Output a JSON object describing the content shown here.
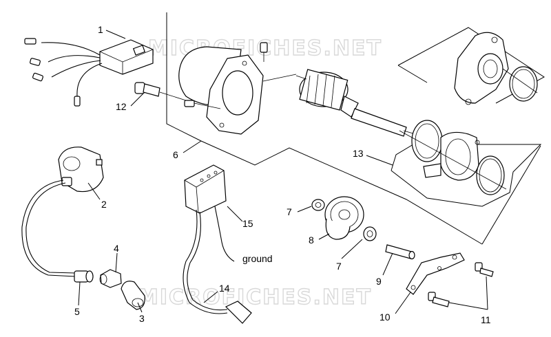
{
  "watermark": "MICROFICHES.NET",
  "note_ground": "ground",
  "callouts": [
    {
      "id": "1",
      "label": "1"
    },
    {
      "id": "2",
      "label": "2"
    },
    {
      "id": "3",
      "label": "3"
    },
    {
      "id": "4",
      "label": "4"
    },
    {
      "id": "5",
      "label": "5"
    },
    {
      "id": "6",
      "label": "6"
    },
    {
      "id": "7a",
      "label": "7"
    },
    {
      "id": "7b",
      "label": "7"
    },
    {
      "id": "8",
      "label": "8"
    },
    {
      "id": "9",
      "label": "9"
    },
    {
      "id": "10",
      "label": "10"
    },
    {
      "id": "11",
      "label": "11"
    },
    {
      "id": "12",
      "label": "12"
    },
    {
      "id": "13",
      "label": "13"
    },
    {
      "id": "14",
      "label": "14"
    },
    {
      "id": "15",
      "label": "15"
    }
  ]
}
